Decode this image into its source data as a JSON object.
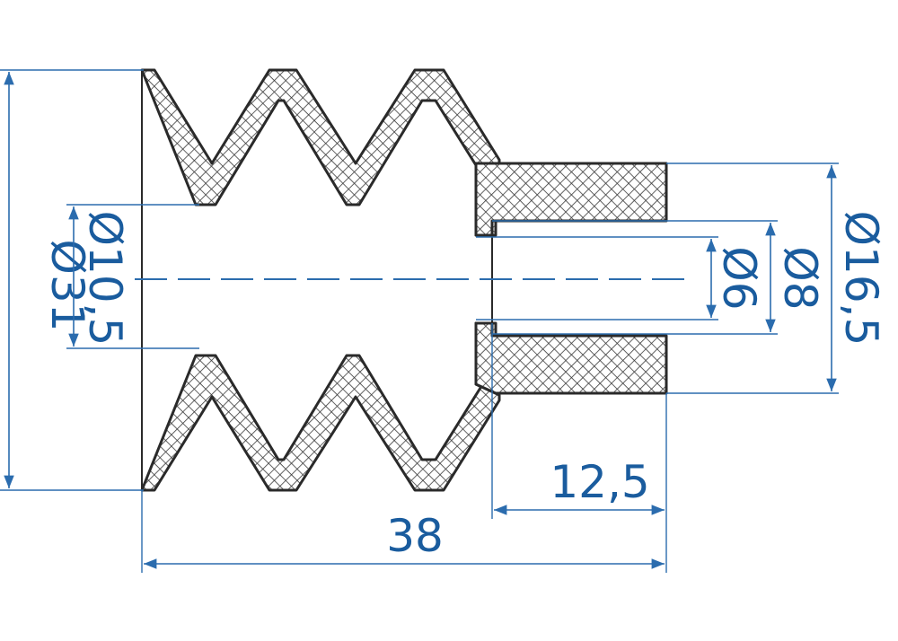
{
  "colors": {
    "dimension": "#1a5c9e",
    "outline": "#2a2a2a",
    "hatch": "#3a3a3a",
    "background": "#ffffff"
  },
  "dimensions": {
    "outer_diameter": "Ø31",
    "inner_diameter": "Ø10,5",
    "hole_diameter": "Ø6",
    "bore_diameter": "Ø8",
    "neck_diameter": "Ø16,5",
    "neck_length": "12,5",
    "total_length": "38"
  }
}
